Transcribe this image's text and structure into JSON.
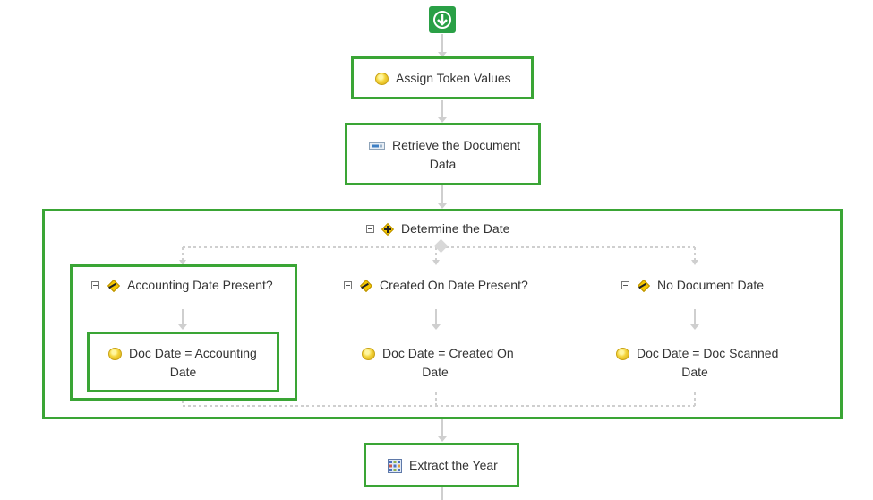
{
  "workflow": {
    "start": {
      "icon": "download-arrow-icon",
      "color": "#2aa046"
    },
    "steps": [
      {
        "label": "Assign Token Values",
        "icon": "coin-icon"
      },
      {
        "label_line1": "Retrieve the Document",
        "label_line2": "Data",
        "icon": "data-retrieval-icon"
      },
      {
        "label": "Extract the Year",
        "icon": "grid-calculation-icon"
      }
    ],
    "decision": {
      "label": "Determine the Date",
      "icon": "decision-diamond-icon",
      "branches": [
        {
          "condition": "Accounting Date Present?",
          "action_line1": "Doc Date = Accounting",
          "action_line2": "Date"
        },
        {
          "condition": "Created On Date Present?",
          "action_line1": "Doc Date = Created On",
          "action_line2": "Date"
        },
        {
          "condition": "No Document Date",
          "action_line1": "Doc Date = Doc Scanned",
          "action_line2": "Date"
        }
      ]
    },
    "highlight_color": "#3aa535"
  }
}
